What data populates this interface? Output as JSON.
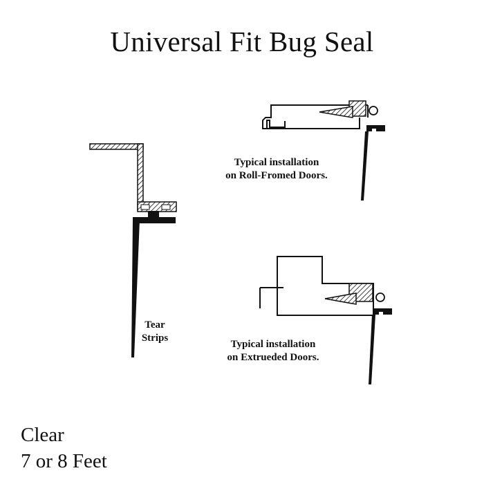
{
  "title": "Universal Fit Bug Seal",
  "labels": {
    "roll_formed": [
      "Typical installation",
      "on Roll-Fromed Doors."
    ],
    "extruded": [
      "Typical installation",
      "on Extrueded Doors."
    ],
    "tear_strips": [
      "Tear",
      "Strips"
    ]
  },
  "footer": {
    "color": "Clear",
    "length": "7 or 8 Feet"
  }
}
